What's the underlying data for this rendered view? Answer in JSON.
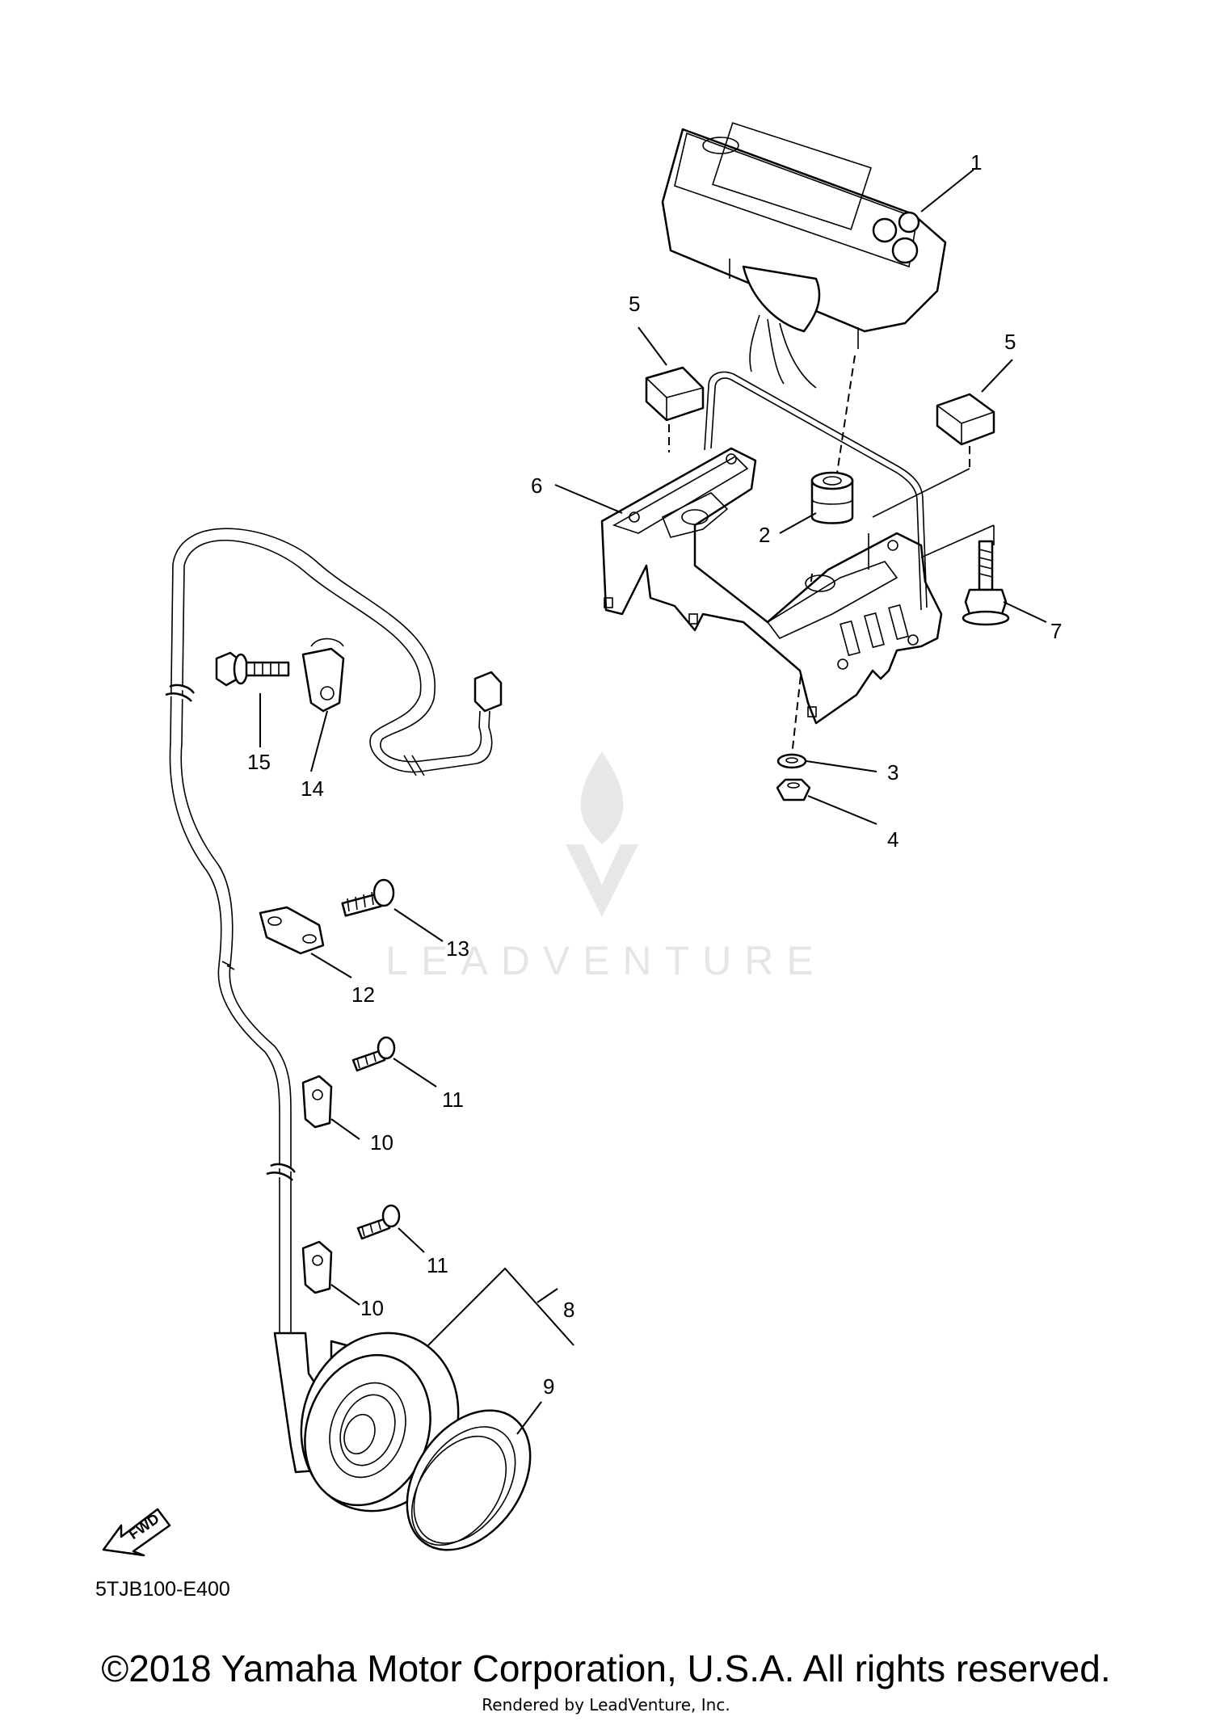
{
  "callouts": [
    "1",
    "2",
    "3",
    "4",
    "5",
    "5",
    "6",
    "7",
    "8",
    "9",
    "10",
    "10",
    "11",
    "11",
    "12",
    "13",
    "14",
    "15"
  ],
  "diagram_code": "5TJB100-E400",
  "fwd_label": "FWD",
  "watermark": {
    "text": "LEADVENTURE"
  },
  "footer": {
    "copyright": "©2018 Yamaha Motor Corporation, U.S.A. All rights reserved.",
    "rendered_by": "Rendered by LeadVenture, Inc."
  }
}
